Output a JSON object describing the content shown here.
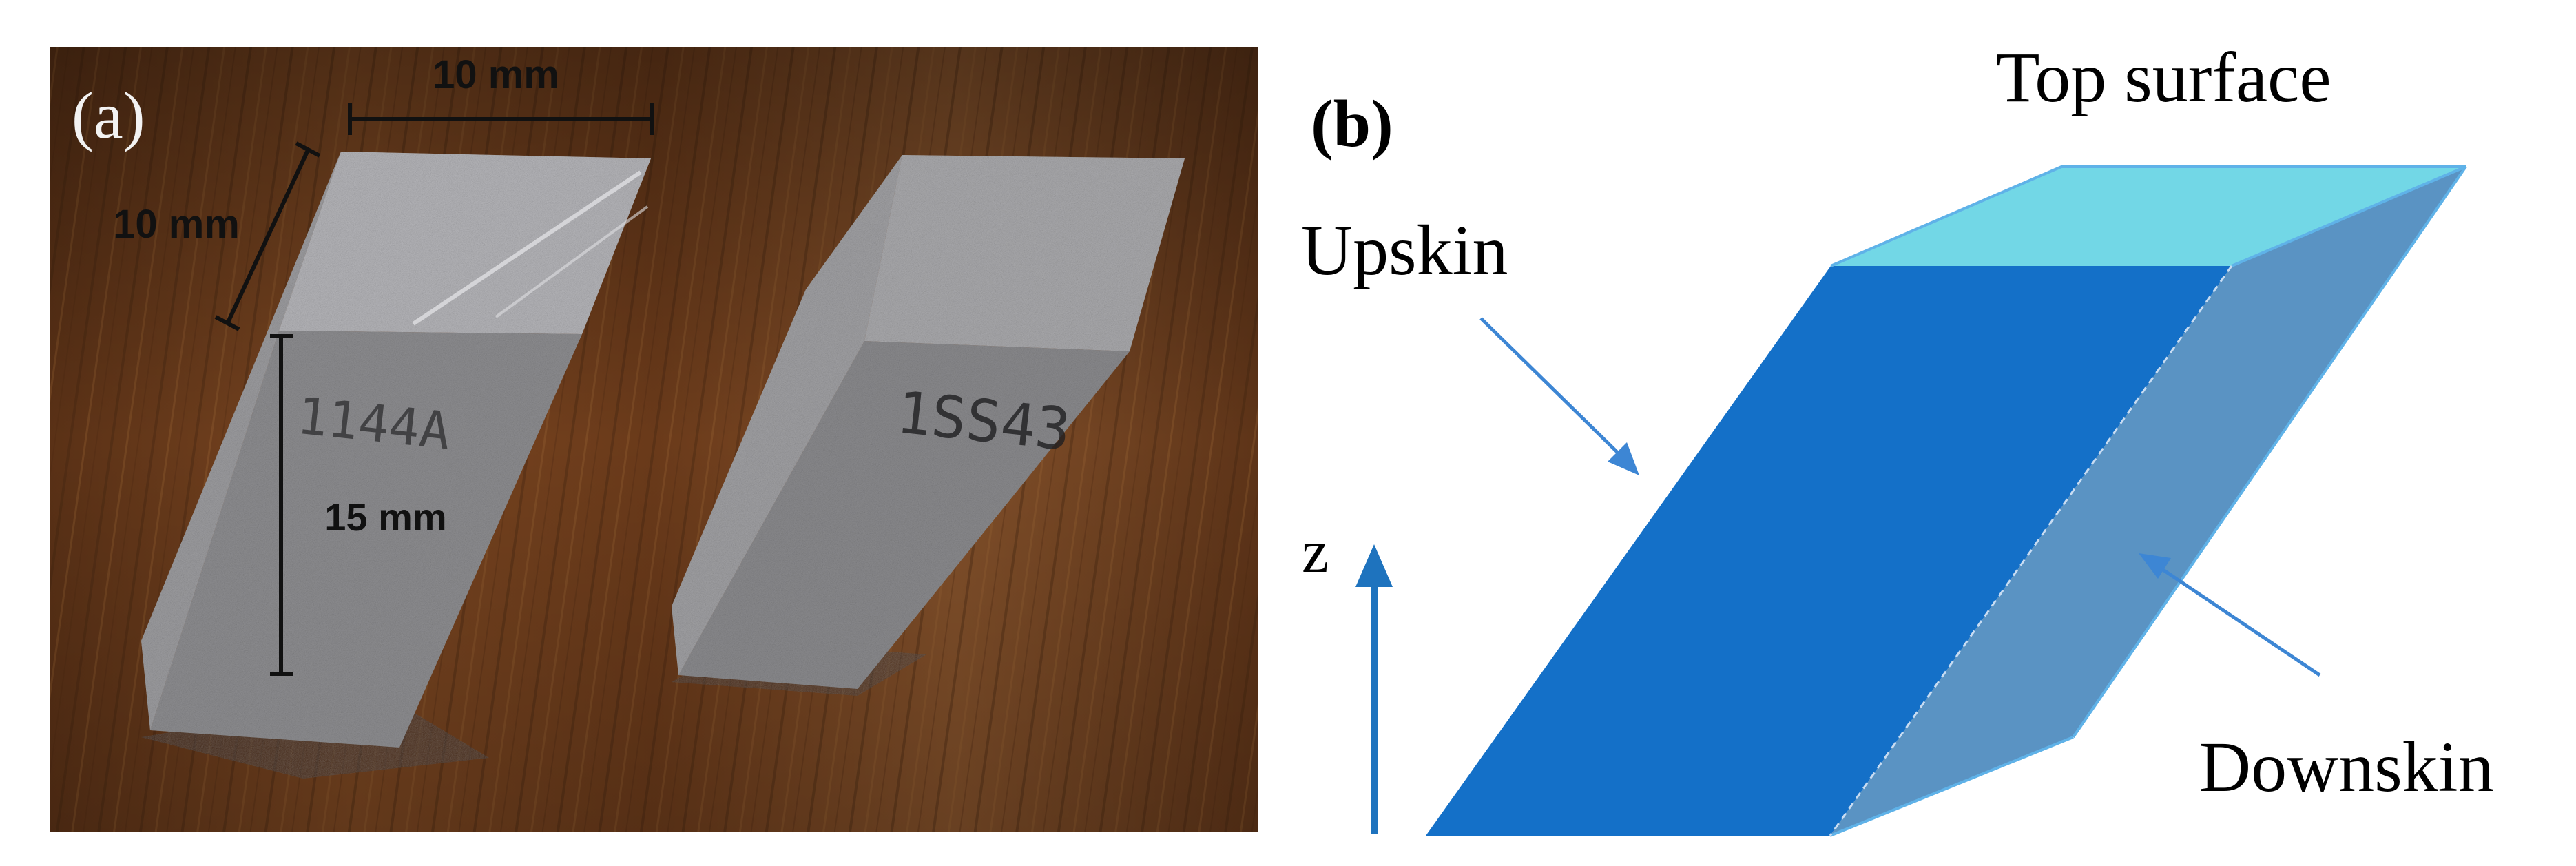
{
  "panel_a": {
    "label": "(a)",
    "dimension_top": "10 mm",
    "dimension_side": "10 mm",
    "dimension_height": "15 mm",
    "sample_left_marking": "1144A",
    "sample_right_marking": "1SS43",
    "colors": {
      "wood": "#6b3c1c",
      "metal": "#8f8f92"
    }
  },
  "panel_b": {
    "label": "(b)",
    "top_surface_label": "Top surface",
    "upskin_label": "Upskin",
    "downskin_label": "Downskin",
    "z_axis_label": "z",
    "colors": {
      "top_face": "#72d7e6",
      "front_face": "#1470c8",
      "side_face": "#5a93c3",
      "edge": "#5fb2e8",
      "axis_arrow": "#1e73be",
      "leader": "#3d86d4"
    }
  }
}
